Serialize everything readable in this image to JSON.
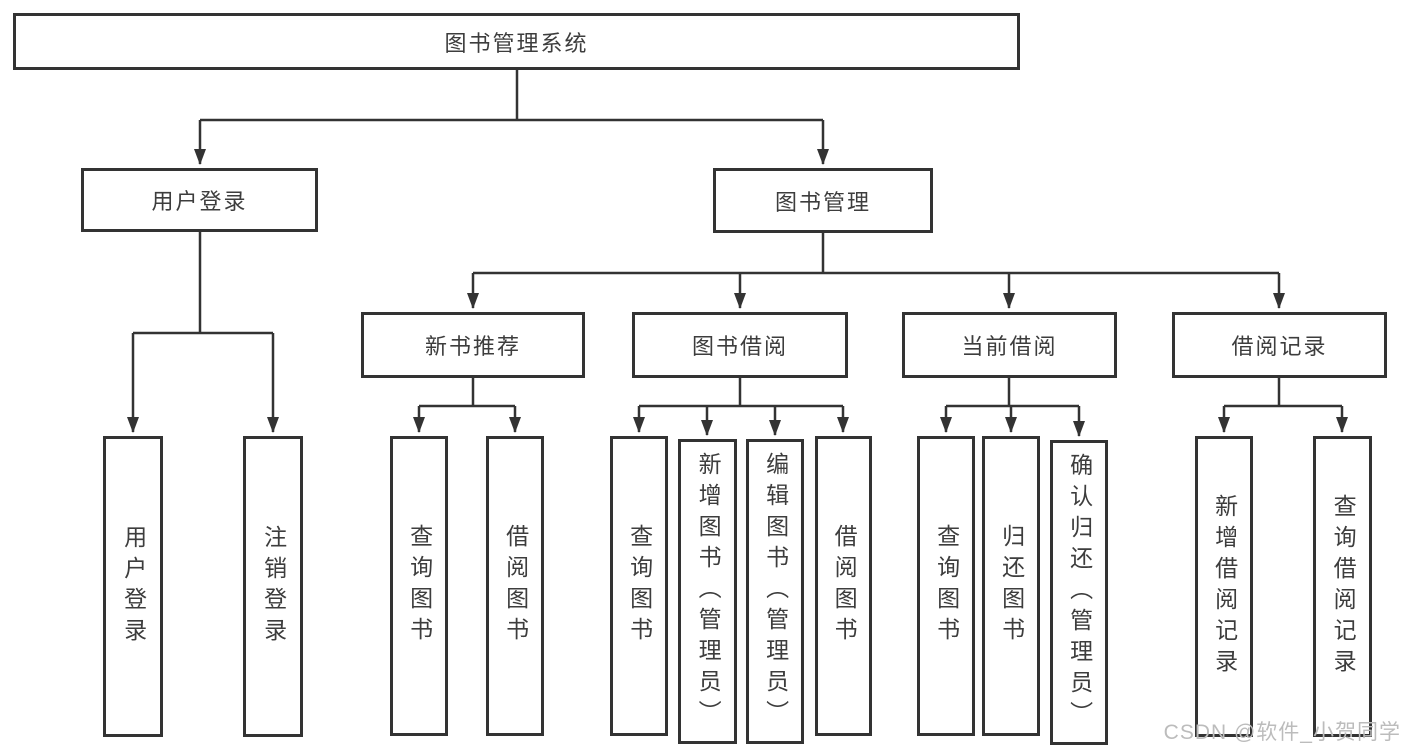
{
  "title": "图书管理系统",
  "watermark": "CSDN @软件_小贺同学",
  "colors": {
    "line": "#333333",
    "text": "#3d3d3d",
    "box_background": "#ffffff",
    "watermark": "#bcbcbc"
  },
  "tree": {
    "root": {
      "label": "图书管理系统"
    },
    "branches": [
      {
        "label": "用户登录",
        "children": [
          {
            "label": "用户登录"
          },
          {
            "label": "注销登录"
          }
        ]
      },
      {
        "label": "图书管理",
        "children": [
          {
            "label": "新书推荐",
            "children": [
              {
                "label": "查询图书"
              },
              {
                "label": "借阅图书"
              }
            ]
          },
          {
            "label": "图书借阅",
            "children": [
              {
                "label": "查询图书"
              },
              {
                "label": "新增图书（管理员）"
              },
              {
                "label": "编辑图书（管理员）"
              },
              {
                "label": "借阅图书"
              }
            ]
          },
          {
            "label": "当前借阅",
            "children": [
              {
                "label": "查询图书"
              },
              {
                "label": "归还图书"
              },
              {
                "label": "确认归还（管理员）"
              }
            ]
          },
          {
            "label": "借阅记录",
            "children": [
              {
                "label": "新增借阅记录"
              },
              {
                "label": "查询借阅记录"
              }
            ]
          }
        ]
      }
    ]
  }
}
